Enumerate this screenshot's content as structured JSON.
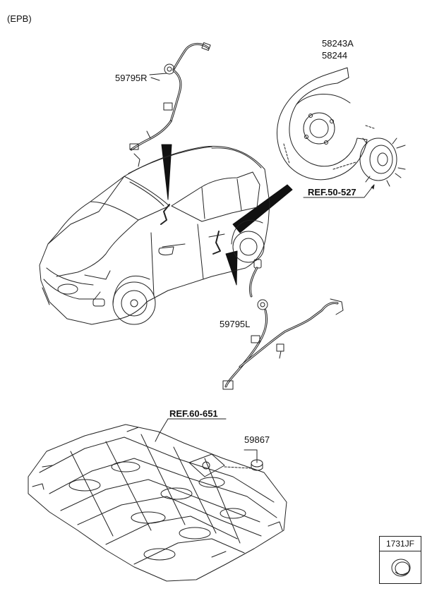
{
  "header": {
    "title": "(EPB)"
  },
  "labels": {
    "sensor_right": "59795R",
    "sensor_left": "59795L",
    "dust_cover_a": "58243A",
    "dust_cover_b": "58244",
    "ref_hub": "REF.50-527",
    "ref_floor": "REF.60-651",
    "grommet": "59867"
  },
  "legend": {
    "code": "1731JF"
  },
  "icons": [
    "car-illustration-icon",
    "wheel-speed-sensor-cable-icon",
    "brake-dust-cover-icon",
    "wheel-hub-icon",
    "floor-panel-icon",
    "grommet-icon",
    "plug-icon"
  ]
}
